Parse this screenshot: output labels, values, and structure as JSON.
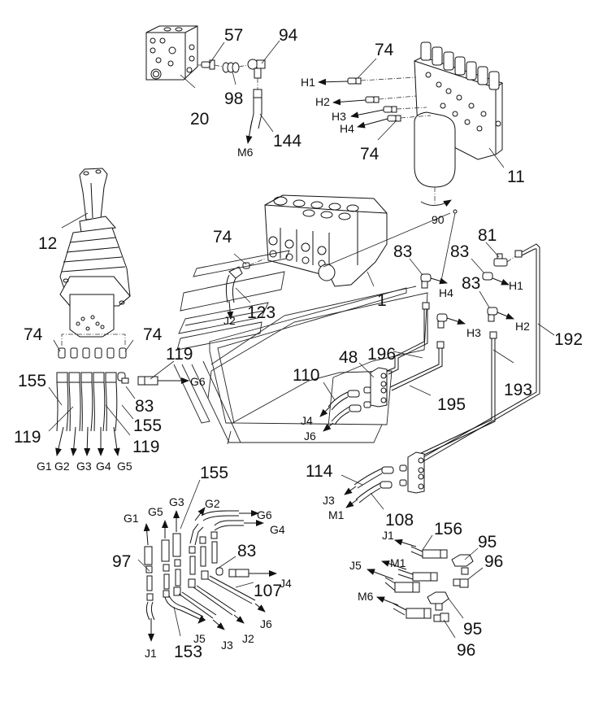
{
  "title": "Hydraulic control system exploded view",
  "components": [
    {
      "id": "valve-block",
      "ref": "20"
    },
    {
      "id": "accumulator-manifold",
      "ref": "11"
    },
    {
      "id": "joystick",
      "ref": "12"
    },
    {
      "id": "main-control-valve",
      "ref": "1"
    }
  ],
  "callouts": [
    {
      "key": "c57",
      "text": "57"
    },
    {
      "key": "c94",
      "text": "94"
    },
    {
      "key": "c98",
      "text": "98"
    },
    {
      "key": "c20",
      "text": "20"
    },
    {
      "key": "c144",
      "text": "144"
    },
    {
      "key": "c74a",
      "text": "74"
    },
    {
      "key": "c74b",
      "text": "74"
    },
    {
      "key": "c11",
      "text": "11"
    },
    {
      "key": "c12",
      "text": "12"
    },
    {
      "key": "c74c",
      "text": "74"
    },
    {
      "key": "c123",
      "text": "123"
    },
    {
      "key": "c1",
      "text": "1"
    },
    {
      "key": "c90",
      "text": "90"
    },
    {
      "key": "c83a",
      "text": "83"
    },
    {
      "key": "c83b",
      "text": "83"
    },
    {
      "key": "c81",
      "text": "81"
    },
    {
      "key": "c83c",
      "text": "83"
    },
    {
      "key": "c192",
      "text": "192"
    },
    {
      "key": "c74d",
      "text": "74"
    },
    {
      "key": "c74e",
      "text": "74"
    },
    {
      "key": "c119a",
      "text": "119"
    },
    {
      "key": "c155a",
      "text": "155"
    },
    {
      "key": "c83d",
      "text": "83"
    },
    {
      "key": "c155b",
      "text": "155"
    },
    {
      "key": "c119b",
      "text": "119"
    },
    {
      "key": "c119c",
      "text": "119"
    },
    {
      "key": "c48",
      "text": "48"
    },
    {
      "key": "c196",
      "text": "196"
    },
    {
      "key": "c110",
      "text": "110"
    },
    {
      "key": "c195",
      "text": "195"
    },
    {
      "key": "c193",
      "text": "193"
    },
    {
      "key": "c114",
      "text": "114"
    },
    {
      "key": "c108",
      "text": "108"
    },
    {
      "key": "c155c",
      "text": "155"
    },
    {
      "key": "c97",
      "text": "97"
    },
    {
      "key": "c83e",
      "text": "83"
    },
    {
      "key": "c107",
      "text": "107"
    },
    {
      "key": "c153",
      "text": "153"
    },
    {
      "key": "c156",
      "text": "156"
    },
    {
      "key": "c95a",
      "text": "95"
    },
    {
      "key": "c96a",
      "text": "96"
    },
    {
      "key": "c95b",
      "text": "95"
    },
    {
      "key": "c96b",
      "text": "96"
    }
  ],
  "ports": {
    "M6_top": "M6",
    "H1_a": "H1",
    "H2_a": "H2",
    "H3_a": "H3",
    "H4_a": "H4",
    "J2_a": "J2",
    "H4_b": "H4",
    "H1_b": "H1",
    "H3_b": "H3",
    "H2_b": "H2",
    "G6_a": "G6",
    "G1_a": "G1",
    "G2_a": "G2",
    "G3_a": "G3",
    "G4_a": "G4",
    "G5_a": "G5",
    "J4_a": "J4",
    "J6_a": "J6",
    "J3_a": "J3",
    "M1_a": "M1",
    "G1_b": "G1",
    "G5_b": "G5",
    "G3_b": "G3",
    "G2_b": "G2",
    "G6_b": "G6",
    "G4_b": "G4",
    "J4_b": "J4",
    "J6_b": "J6",
    "J2_b": "J2",
    "J3_b": "J3",
    "J5_b": "J5",
    "J1_b": "J1",
    "J1_c": "J1",
    "M1_c": "M1",
    "J5_c": "J5",
    "M6_c": "M6"
  }
}
